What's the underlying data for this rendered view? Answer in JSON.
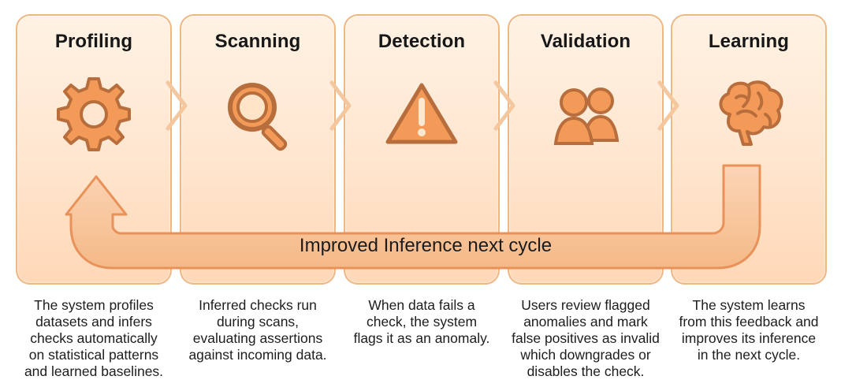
{
  "stages": [
    {
      "title": "Profiling",
      "icon": "gear-icon",
      "description": "The system profiles\ndatasets and infers\nchecks automatically\non statistical patterns\nand learned baselines."
    },
    {
      "title": "Scanning",
      "icon": "magnifier-icon",
      "description": "Inferred checks run\nduring scans,\nevaluating assertions\nagainst incoming data."
    },
    {
      "title": "Detection",
      "icon": "warning-icon",
      "description": "When data fails a\ncheck, the system\nflags it as an anomaly."
    },
    {
      "title": "Validation",
      "icon": "users-icon",
      "description": "Users review flagged\nanomalies and mark\nfalse positives as invalid\nwhich downgrades or\ndisables the check."
    },
    {
      "title": "Learning",
      "icon": "brain-icon",
      "description": "The system learns\nfrom this feedback and\nimproves its inference\nin the next cycle."
    }
  ],
  "loop": {
    "label": "Improved Inference next cycle"
  },
  "colors": {
    "card_border": "#efb783",
    "icon_fill": "#f39a58",
    "icon_stroke": "#b86e3c",
    "arrow_fill": "#f8c49a",
    "arrow_stroke": "#e8925a"
  }
}
